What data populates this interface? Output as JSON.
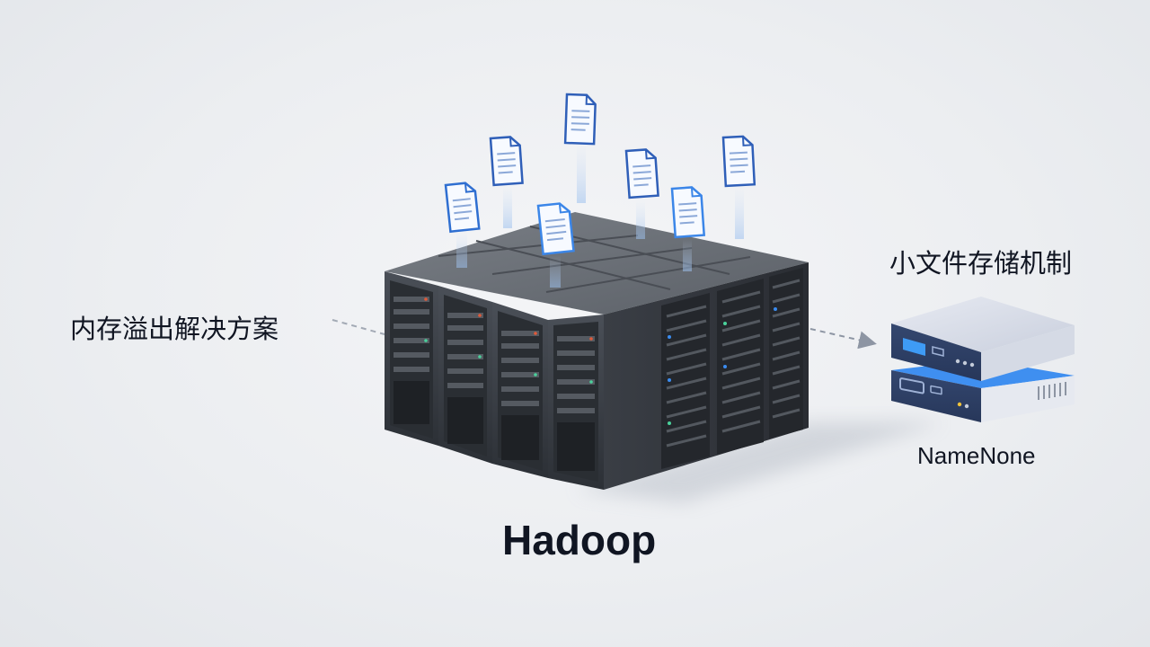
{
  "labels": {
    "memory_overflow_solution": "内存溢出解决方案",
    "small_file_storage": "小文件存储机制",
    "cluster_name": "Hadoop",
    "node_name": "NameNone"
  },
  "icons": {
    "document": "document-icon",
    "server_rack": "server-rack-icon",
    "storage_node": "storage-node-icon",
    "arrow": "arrow-right-icon"
  },
  "colors": {
    "text": "#101522",
    "rack_body": "#3b3f45",
    "rack_top": "#6b7077",
    "accent_blue": "#2f7de1",
    "node_face": "#2c3e66",
    "node_top": "#d7dbe6",
    "document_border": "#2f6fd1"
  }
}
